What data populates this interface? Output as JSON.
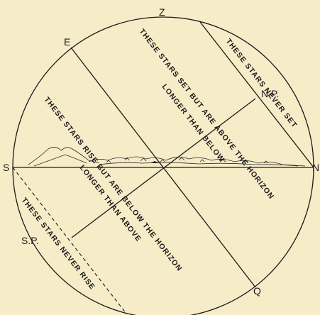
{
  "labels": {
    "zenith": "Z",
    "east": "E",
    "north_pole": "N.P.",
    "south": "S",
    "north": "N",
    "south_pole": "S.P.",
    "q": "Q"
  },
  "bands": {
    "never_set": "THESE STARS NEVER SET",
    "set_above_longer_line1": "THESE STARS SET BUT ARE ABOVE THE HORIZON",
    "set_above_longer_line2": "LONGER THAN BELOW",
    "rise_below_longer_line1": "THESE STARS RISE BUT ARE BELOW THE HORIZON",
    "rise_below_longer_line2": "LONGER THAN ABOVE",
    "never_rise": "THESE STARS NEVER RISE"
  },
  "colors": {
    "background": "#f7ecc8",
    "ink": "#1a1a1a"
  }
}
